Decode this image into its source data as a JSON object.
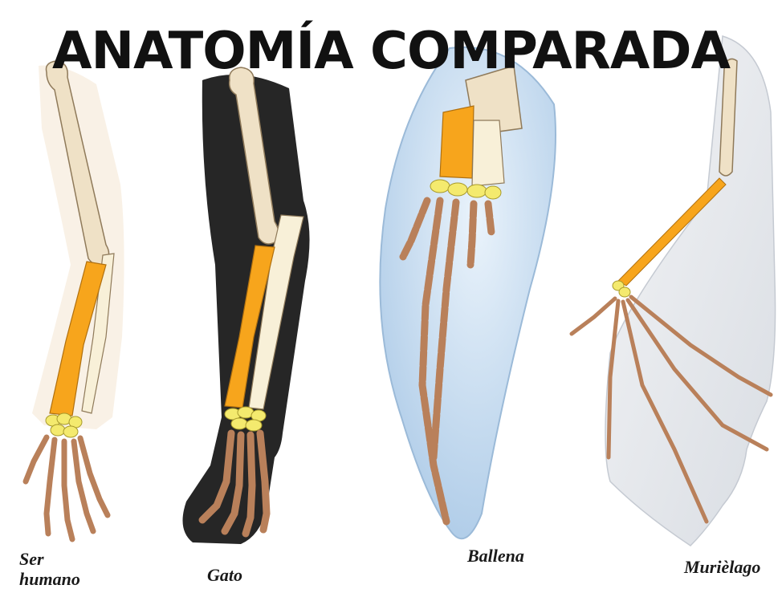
{
  "title": "ANATOMÍA COMPARADA",
  "labels": {
    "human_line1": "Ser",
    "human_line2": "humano",
    "cat": "Gato",
    "whale": "Ballena",
    "bat": "Murièlago"
  },
  "colors": {
    "humerus": "#efe1c6",
    "radius": "#f7a51c",
    "ulna": "#f8f0d8",
    "carpals": "#f4ea6e",
    "phalanges": "#b9805a",
    "cat_fur": "#262626",
    "whale_fin": "#cfe2f2",
    "bat_wing": "#e6e9ee",
    "skin": "#f8efe3"
  }
}
